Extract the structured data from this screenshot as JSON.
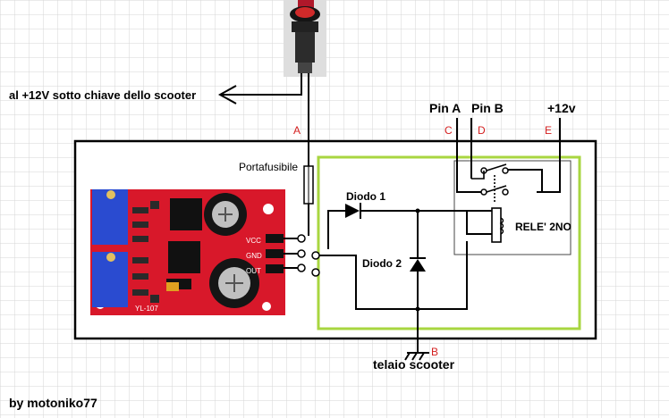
{
  "labels": {
    "supply": "al +12V sotto chiave dello scooter",
    "pin_a": "Pin A",
    "pin_b": "Pin B",
    "plus12": "+12v",
    "fuse": "Portafusibile",
    "diode1": "Diodo 1",
    "diode2": "Diodo 2",
    "relay": "RELE' 2NO",
    "ground": "telaio scooter",
    "author": "by motoniko77",
    "board_vcc": "VCC",
    "board_gnd": "GND",
    "board_out": "OUT",
    "board_model": "YL-107"
  },
  "markers": {
    "a": "A",
    "b": "B",
    "c": "C",
    "d": "D",
    "e": "E"
  },
  "colors": {
    "grid": "#d6d6d6",
    "wire": "#000000",
    "enclosure_border": "#000000",
    "inner_box": "#a8d640",
    "marker": "#d42020",
    "board_pcb": "#d8182a",
    "trimmer": "#2a4bd0"
  }
}
